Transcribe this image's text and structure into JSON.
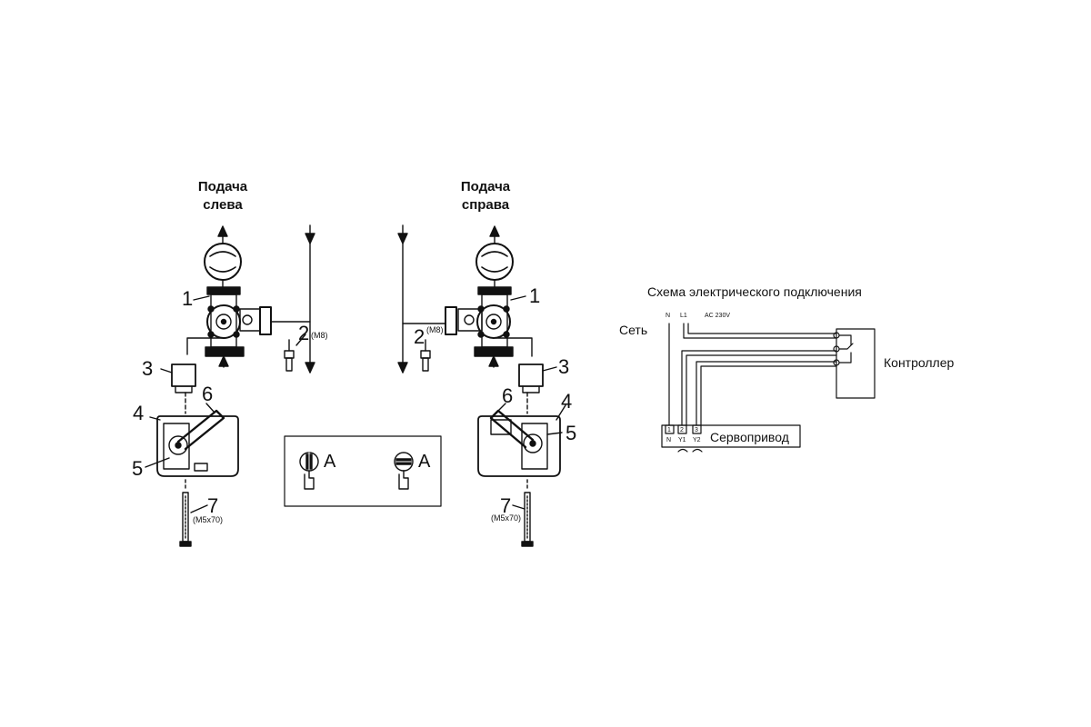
{
  "left_assembly": {
    "heading_line1": "Подача",
    "heading_line2": "слева",
    "callouts": [
      "1",
      "2",
      "3",
      "4",
      "5",
      "6",
      "7"
    ],
    "bolt_size": "(M8)",
    "screw_size": "(M5x70)"
  },
  "right_assembly": {
    "heading_line1": "Подача",
    "heading_line2": "справа",
    "callouts": [
      "1",
      "2",
      "3",
      "4",
      "5",
      "6",
      "7"
    ],
    "bolt_size": "(M8)",
    "screw_size": "(M5x70)"
  },
  "position_detail": {
    "marker_1": "A",
    "marker_2": "A"
  },
  "wiring": {
    "title": "Схема электрического подключения",
    "network_label": "Сеть",
    "terminal_n": "N",
    "terminal_l1": "L1",
    "supply": "AC 230V",
    "controller_label": "Контроллер",
    "actuator_label": "Сервопривод",
    "terminal_numbers": [
      "1",
      "2",
      "3"
    ],
    "terminal_names": [
      "N",
      "Y1",
      "Y2"
    ]
  }
}
